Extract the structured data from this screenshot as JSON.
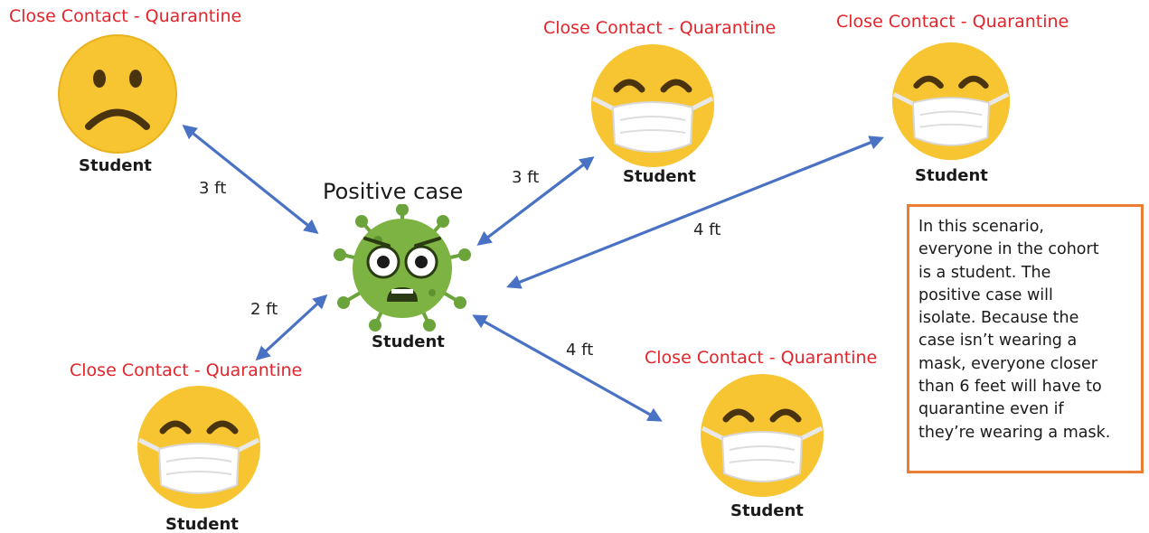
{
  "quarantine_label": "Close Contact - Quarantine",
  "positive_title": "Positive case",
  "student_label": "Student",
  "distances": {
    "top_left": "3 ft",
    "top_right_near": "3 ft",
    "far_right": "4 ft",
    "bottom_left": "2 ft",
    "bottom_right": "4 ft"
  },
  "note_lines": [
    "In this scenario,",
    "everyone in the cohort",
    "is a student. The",
    "positive case will",
    "isolate. Because the",
    "case isn’t wearing a",
    "mask, everyone closer",
    "than 6 feet will have to",
    "quarantine even if",
    "they’re wearing a mask."
  ],
  "colors": {
    "quarantine_text": "#e3242b",
    "arrow": "#4a72c4",
    "note_border": "#ed7d31",
    "emoji_face": "#f6c531",
    "virus_body": "#7cb342"
  },
  "icons": {
    "sad_face": "frowning-face-icon",
    "masked_face": "face-with-medical-mask-icon",
    "virus": "virus-icon"
  }
}
